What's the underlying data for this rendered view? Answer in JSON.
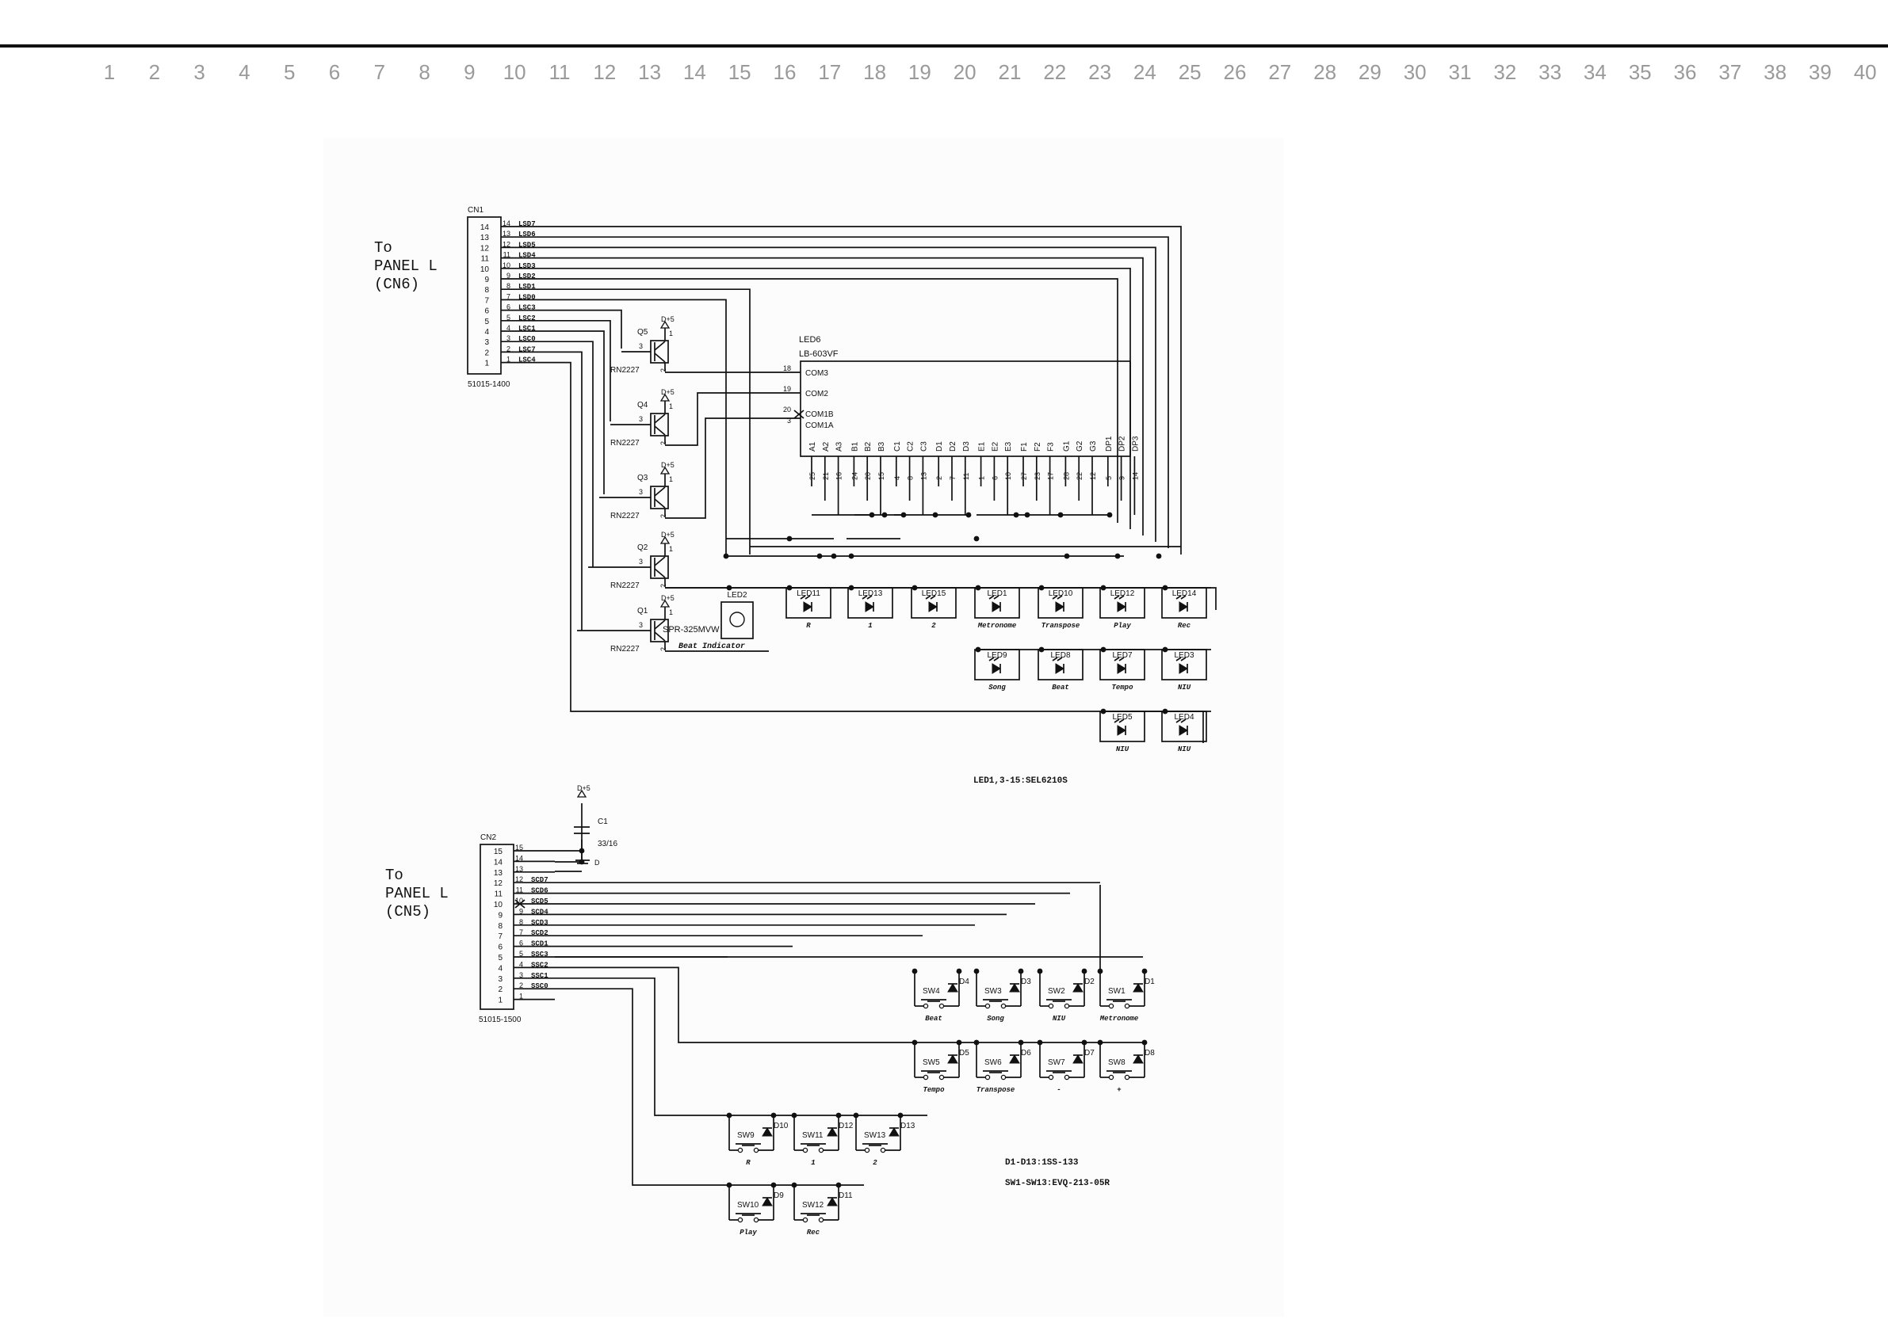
{
  "ruler": [
    "1",
    "2",
    "3",
    "4",
    "5",
    "6",
    "7",
    "8",
    "9",
    "10",
    "11",
    "12",
    "13",
    "14",
    "15",
    "16",
    "17",
    "18",
    "19",
    "20",
    "21",
    "22",
    "23",
    "24",
    "25",
    "26",
    "27",
    "28",
    "29",
    "30",
    "31",
    "32",
    "33",
    "34",
    "35",
    "36",
    "37",
    "38",
    "39",
    "40"
  ],
  "top": {
    "panel_to": "To",
    "panel_name": "PANEL L",
    "panel_conn": "(CN6)",
    "connector": {
      "ref": "CN1",
      "part": "51015-1400",
      "pins": [
        {
          "num": "14",
          "sig": "LSD7"
        },
        {
          "num": "13",
          "sig": "LSD6"
        },
        {
          "num": "12",
          "sig": "LSD5"
        },
        {
          "num": "11",
          "sig": "LSD4"
        },
        {
          "num": "10",
          "sig": "LSD3"
        },
        {
          "num": "9",
          "sig": "LSD2"
        },
        {
          "num": "8",
          "sig": "LSD1"
        },
        {
          "num": "7",
          "sig": "LSD0"
        },
        {
          "num": "6",
          "sig": "LSC3"
        },
        {
          "num": "5",
          "sig": "LSC2"
        },
        {
          "num": "4",
          "sig": "LSC1"
        },
        {
          "num": "3",
          "sig": "LSC0"
        },
        {
          "num": "2",
          "sig": "LSC7"
        },
        {
          "num": "1",
          "sig": "LSC4"
        }
      ]
    },
    "transistors": [
      {
        "ref": "Q5",
        "part": "RN2227"
      },
      {
        "ref": "Q4",
        "part": "RN2227"
      },
      {
        "ref": "Q3",
        "part": "RN2227"
      },
      {
        "ref": "Q2",
        "part": "RN2227"
      },
      {
        "ref": "Q1",
        "part": "RN2227"
      }
    ],
    "supply": "D+5",
    "pin_b": "3",
    "pin_c": "2",
    "pin_e": "1",
    "display": {
      "ref": "LED6",
      "part": "LB-603VF",
      "commons": [
        {
          "pin": "18",
          "name": "COM3"
        },
        {
          "pin": "19",
          "name": "COM2"
        },
        {
          "pin": "20",
          "name": "COM1B"
        },
        {
          "pin": "3",
          "name": "COM1A"
        }
      ],
      "segments": [
        {
          "name": "A1",
          "pin": "25"
        },
        {
          "name": "A2",
          "pin": "21"
        },
        {
          "name": "A3",
          "pin": "16"
        },
        {
          "name": "B1",
          "pin": "24"
        },
        {
          "name": "B2",
          "pin": "20"
        },
        {
          "name": "B3",
          "pin": "15"
        },
        {
          "name": "C1",
          "pin": "4"
        },
        {
          "name": "C2",
          "pin": "8"
        },
        {
          "name": "C3",
          "pin": "13"
        },
        {
          "name": "D1",
          "pin": "2"
        },
        {
          "name": "D2",
          "pin": "7"
        },
        {
          "name": "D3",
          "pin": "11"
        },
        {
          "name": "E1",
          "pin": "1"
        },
        {
          "name": "E2",
          "pin": "6"
        },
        {
          "name": "E3",
          "pin": "10"
        },
        {
          "name": "F1",
          "pin": "27"
        },
        {
          "name": "F2",
          "pin": "23"
        },
        {
          "name": "F3",
          "pin": "17"
        },
        {
          "name": "G1",
          "pin": "28"
        },
        {
          "name": "G2",
          "pin": "22"
        },
        {
          "name": "G3",
          "pin": "12"
        },
        {
          "name": "DP1",
          "pin": "5"
        },
        {
          "name": "DP2",
          "pin": "9"
        },
        {
          "name": "DP3",
          "pin": "14"
        }
      ]
    },
    "beat_led_part": "SPR-325MVW",
    "leds": [
      {
        "ref": "LED2",
        "label": "Beat Indicator"
      },
      {
        "ref": "LED11",
        "label": "R"
      },
      {
        "ref": "LED13",
        "label": "1"
      },
      {
        "ref": "LED15",
        "label": "2"
      },
      {
        "ref": "LED1",
        "label": "Metronome"
      },
      {
        "ref": "LED10",
        "label": "Transpose"
      },
      {
        "ref": "LED12",
        "label": "Play"
      },
      {
        "ref": "LED14",
        "label": "Rec"
      },
      {
        "ref": "LED9",
        "label": "Song"
      },
      {
        "ref": "LED8",
        "label": "Beat"
      },
      {
        "ref": "LED7",
        "label": "Tempo"
      },
      {
        "ref": "LED3",
        "label": "NIU"
      },
      {
        "ref": "LED5",
        "label": "NIU"
      },
      {
        "ref": "LED4",
        "label": "NIU"
      }
    ],
    "led_note": "LED1,3-15:SEL6210S"
  },
  "bottom": {
    "panel_to": "To",
    "panel_name": "PANEL L",
    "panel_conn": "(CN5)",
    "connector": {
      "ref": "CN2",
      "part": "51015-1500",
      "pins": [
        {
          "num": "15",
          "sig": ""
        },
        {
          "num": "14",
          "sig": ""
        },
        {
          "num": "13",
          "sig": ""
        },
        {
          "num": "12",
          "sig": "SCD7"
        },
        {
          "num": "11",
          "sig": "SCD6"
        },
        {
          "num": "10",
          "sig": "SCD5"
        },
        {
          "num": "9",
          "sig": "SCD4"
        },
        {
          "num": "8",
          "sig": "SCD3"
        },
        {
          "num": "7",
          "sig": "SCD2"
        },
        {
          "num": "6",
          "sig": "SCD1"
        },
        {
          "num": "5",
          "sig": "SSC3"
        },
        {
          "num": "4",
          "sig": "SSC2"
        },
        {
          "num": "3",
          "sig": "SSC1"
        },
        {
          "num": "2",
          "sig": "SSC0"
        },
        {
          "num": "1",
          "sig": ""
        }
      ]
    },
    "capacitor": {
      "ref": "C1",
      "value": "33/16"
    },
    "supply": "D+5",
    "ground": "D",
    "switches": [
      {
        "sw": "SW4",
        "d": "D4",
        "label": "Beat"
      },
      {
        "sw": "SW3",
        "d": "D3",
        "label": "Song"
      },
      {
        "sw": "SW2",
        "d": "D2",
        "label": "NIU"
      },
      {
        "sw": "SW1",
        "d": "D1",
        "label": "Metronome"
      },
      {
        "sw": "SW5",
        "d": "D5",
        "label": "Tempo"
      },
      {
        "sw": "SW6",
        "d": "D6",
        "label": "Transpose"
      },
      {
        "sw": "SW7",
        "d": "D7",
        "label": "-"
      },
      {
        "sw": "SW8",
        "d": "D8",
        "label": "+"
      },
      {
        "sw": "SW9",
        "d": "D10",
        "label": "R"
      },
      {
        "sw": "SW11",
        "d": "D12",
        "label": "1"
      },
      {
        "sw": "SW13",
        "d": "D13",
        "label": "2"
      },
      {
        "sw": "SW10",
        "d": "D9",
        "label": "Play"
      },
      {
        "sw": "SW12",
        "d": "D11",
        "label": "Rec"
      }
    ],
    "diode_note": "D1-D13:1SS-133",
    "switch_note": "SW1-SW13:EVQ-213-05R"
  }
}
